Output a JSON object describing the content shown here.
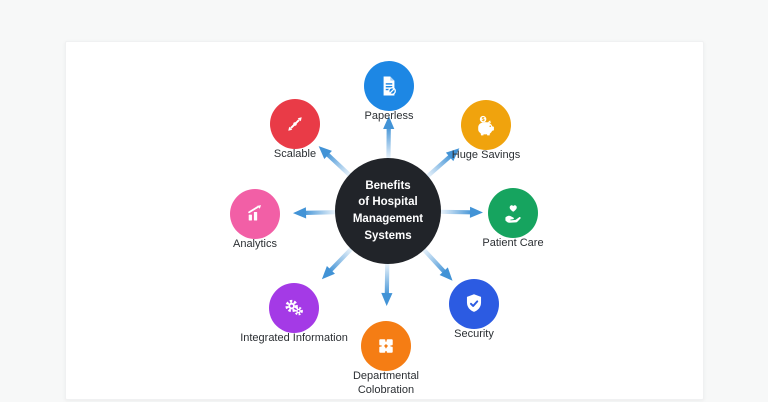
{
  "diagram": {
    "center": {
      "lines": [
        "Benefits",
        "of Hospital",
        "Management",
        "Systems"
      ],
      "color": "#212429",
      "text_color": "#ffffff"
    },
    "arrow_color": "#4293d6",
    "nodes": [
      {
        "label": "Paperless",
        "color": "#1d87e4",
        "icon": "paperless-document-icon"
      },
      {
        "label": "Huge Savings",
        "color": "#f0a30d",
        "icon": "piggy-bank-icon"
      },
      {
        "label": "Patient Care",
        "color": "#16a45f",
        "icon": "hand-heart-icon"
      },
      {
        "label": "Security",
        "color": "#2c5be2",
        "icon": "shield-check-icon"
      },
      {
        "label": "Departmental Colobration",
        "color": "#f57d14",
        "icon": "puzzle-pieces-icon"
      },
      {
        "label": "Integrated Information",
        "color": "#a43ae6",
        "icon": "gears-icon"
      },
      {
        "label": "Analytics",
        "color": "#f25fa6",
        "icon": "bar-chart-growth-icon"
      },
      {
        "label": "Scalable",
        "color": "#e93b47",
        "icon": "expand-arrows-icon"
      }
    ]
  }
}
